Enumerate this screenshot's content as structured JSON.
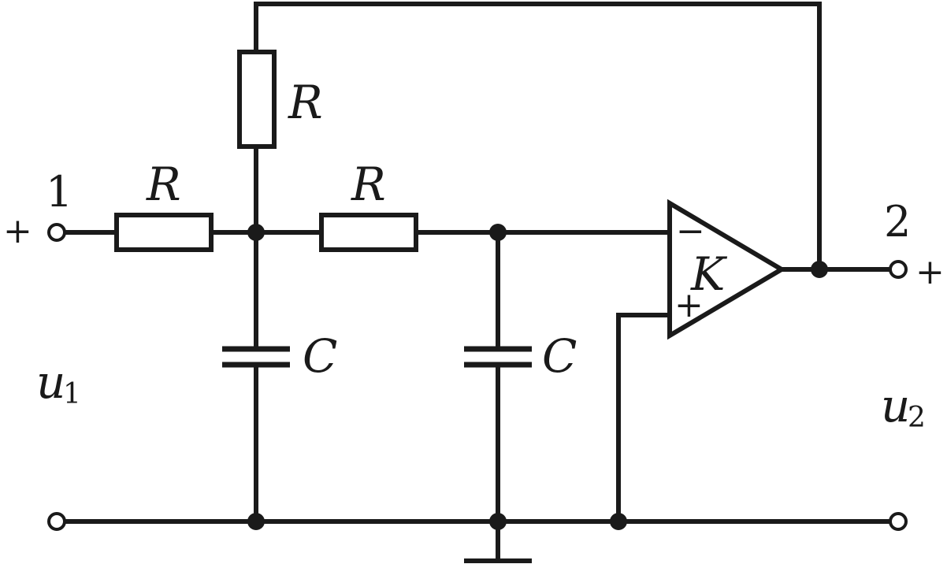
{
  "circuit": {
    "resistor_label": "R",
    "capacitor_label": "C",
    "amplifier_gain": "K",
    "opamp_inverting_sign": "−",
    "opamp_noninverting_sign": "+",
    "input_port": "1",
    "output_port": "2",
    "input_polarity": "+",
    "output_polarity": "+",
    "input_voltage": "u",
    "input_voltage_subscript": "1",
    "output_voltage": "u",
    "output_voltage_subscript": "2"
  }
}
